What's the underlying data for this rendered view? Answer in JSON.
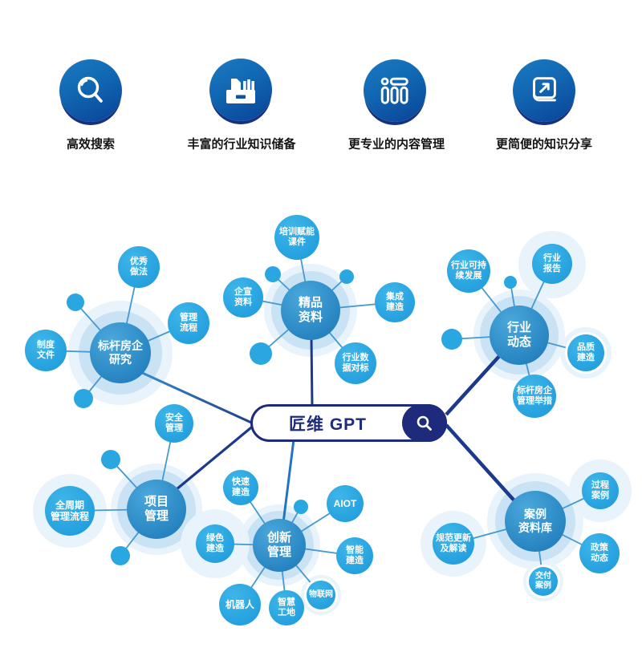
{
  "features": [
    {
      "label": "高效搜索",
      "icon": "search-icon"
    },
    {
      "label": "丰富的行业知识储备",
      "icon": "archive-box-icon"
    },
    {
      "label": "更专业的内容管理",
      "icon": "content-columns-icon"
    },
    {
      "label": "更简便的知识分享",
      "icon": "book-share-icon"
    }
  ],
  "center": {
    "label": "匠维 GPT",
    "icon": "search-icon"
  },
  "clusters": [
    {
      "label": "标杆房企\n研究",
      "satellites": [
        {
          "label": "优秀\n做法"
        },
        {
          "label": "管理\n流程"
        },
        {
          "label": "制度\n文件"
        }
      ]
    },
    {
      "label": "精品\n资料",
      "satellites": [
        {
          "label": "培训赋能\n课件"
        },
        {
          "label": "企宣\n资料"
        },
        {
          "label": "集成\n建造"
        },
        {
          "label": "行业数\n据对标"
        }
      ]
    },
    {
      "label": "行业\n动态",
      "satellites": [
        {
          "label": "行业可持\n续发展"
        },
        {
          "label": "行业\n报告"
        },
        {
          "label": "品质\n建造"
        },
        {
          "label": "标杆房企\n管理举措"
        }
      ]
    },
    {
      "label": "项目\n管理",
      "satellites": [
        {
          "label": "安全\n管理"
        },
        {
          "label": "全周期\n管理流程"
        }
      ]
    },
    {
      "label": "创新\n管理",
      "satellites": [
        {
          "label": "快速\n建造"
        },
        {
          "label": "AIOT"
        },
        {
          "label": "绿色\n建造"
        },
        {
          "label": "智能\n建造"
        },
        {
          "label": "物联网"
        },
        {
          "label": "智慧\n工地"
        },
        {
          "label": "机器人"
        }
      ]
    },
    {
      "label": "案例\n资料库",
      "satellites": [
        {
          "label": "过程\n案例"
        },
        {
          "label": "规范更新\n及解读"
        },
        {
          "label": "政策\n动态"
        },
        {
          "label": "交付\n案例"
        }
      ]
    }
  ],
  "colors": {
    "accent_navy": "#1e2b7d",
    "hub_blue": "#2f8fc8",
    "satellite_blue": "#29a9e0",
    "halo_light_blue": "#e9f3fb",
    "halo_ring_blue": "#c9e3f4",
    "thin_line_blue": "#4599d2",
    "main_line_navy": "#1c3a8c",
    "main_line_blue": "#2176c1",
    "feature_icon_gradient": [
      "#1b7ac3",
      "#0b4c9e"
    ]
  }
}
